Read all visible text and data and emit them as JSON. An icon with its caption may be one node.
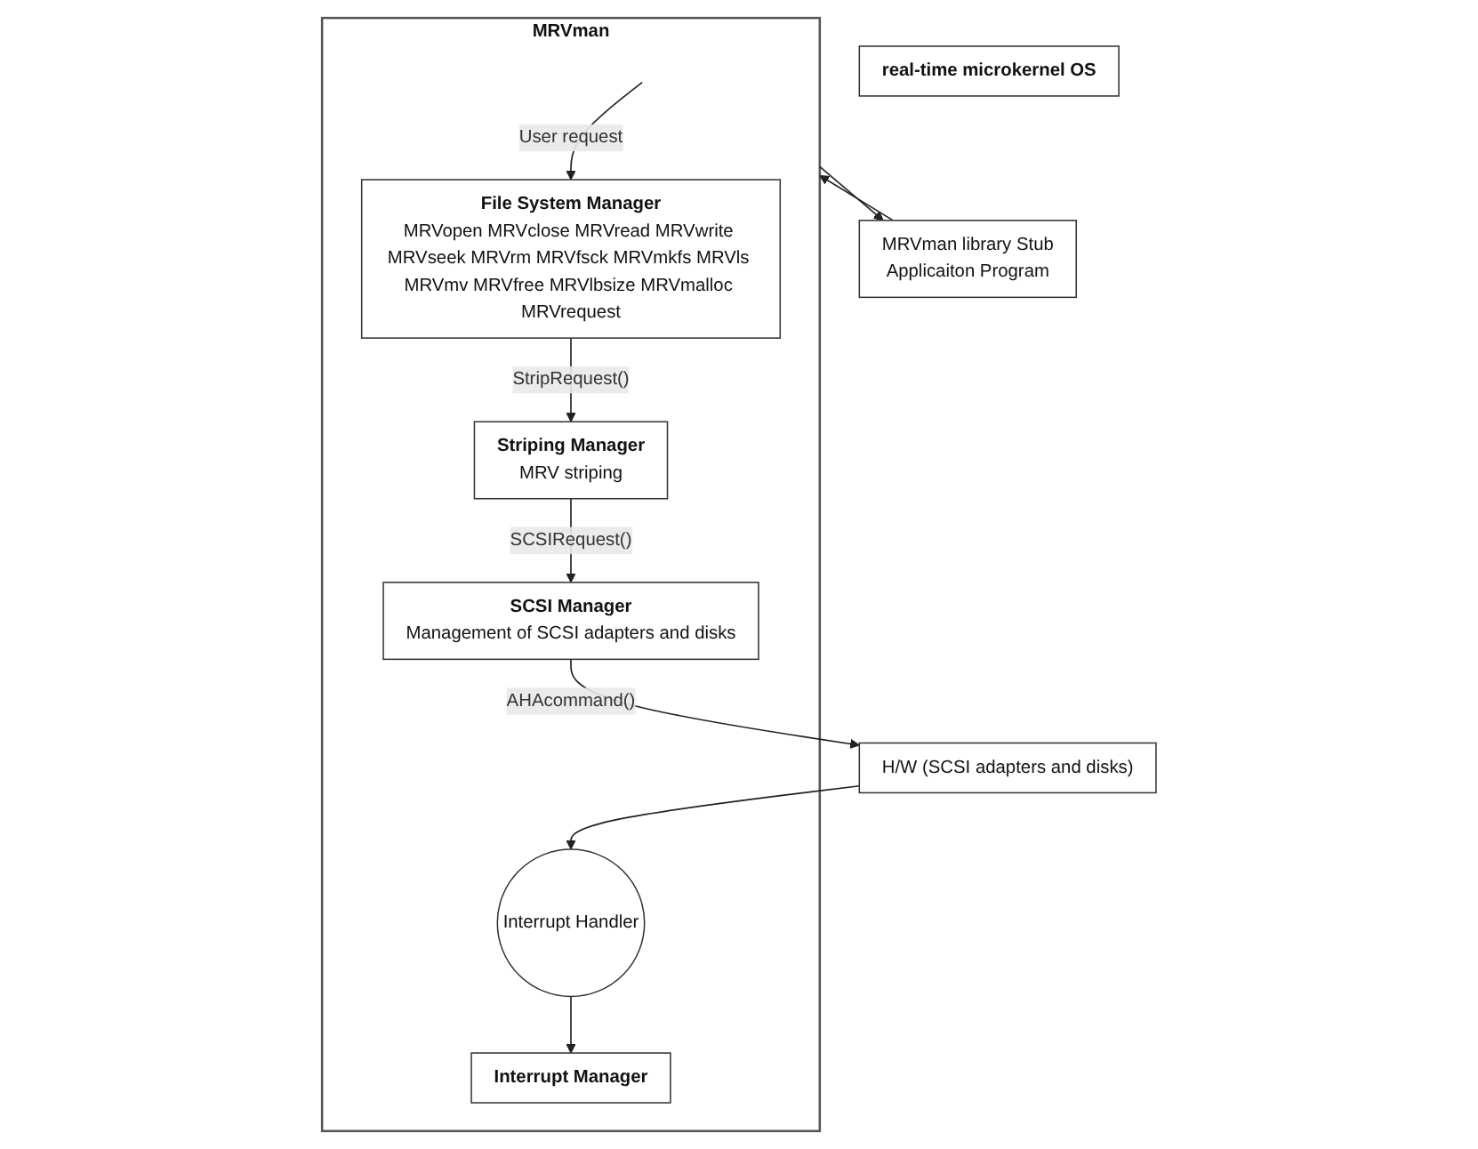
{
  "diagram": {
    "nodes": [
      {
        "text": [
          "MRVman"
        ]
      },
      {
        "text": [
          "File System Manager",
          "MRVopen MRVclose MRVread MRVwrite MRVseek MRVrm MRVfsck MRVmkfs MRVls MRVmv MRVfree MRVlbsize MRVmalloc MRVrequest"
        ],
        "in": 0
      },
      {
        "text": [
          "Striping Manager",
          "MRV striping"
        ],
        "in": 0
      },
      {
        "text": [
          "SCSI Manager",
          "Management of SCSI adapters and disks"
        ],
        "in": 0
      },
      {
        "text": [
          "Interrupt Manager"
        ],
        "in": 0
      },
      {
        "text": [
          "Interrupt Handler"
        ],
        "in": 0
      },
      {
        "text": [
          "MRVman library Stub",
          "Applicaiton Program"
        ]
      },
      {
        "text": [
          "real-time microkernel OS"
        ]
      },
      {
        "text": [
          "H/W (SCSI adapters and disks)"
        ]
      }
    ],
    "edges": [
      {
        "from": null,
        "to": 1,
        "arrow": "to",
        "label": "User request"
      },
      {
        "from": 1,
        "to": 2,
        "arrow": "to",
        "label": "StripRequest()"
      },
      {
        "from": 2,
        "to": 3,
        "arrow": "to",
        "label": "SCSIRequest()"
      },
      {
        "from": 3,
        "to": 8,
        "arrow": "to",
        "label": "AHAcommand()"
      },
      {
        "from": 5,
        "to": 4,
        "arrow": "to"
      },
      {
        "from": 8,
        "to": 5,
        "arrow": "to"
      },
      {
        "from": 6,
        "to": 0,
        "arrow": "to"
      },
      {
        "from": 0,
        "to": 6,
        "arrow": "to"
      }
    ]
  }
}
